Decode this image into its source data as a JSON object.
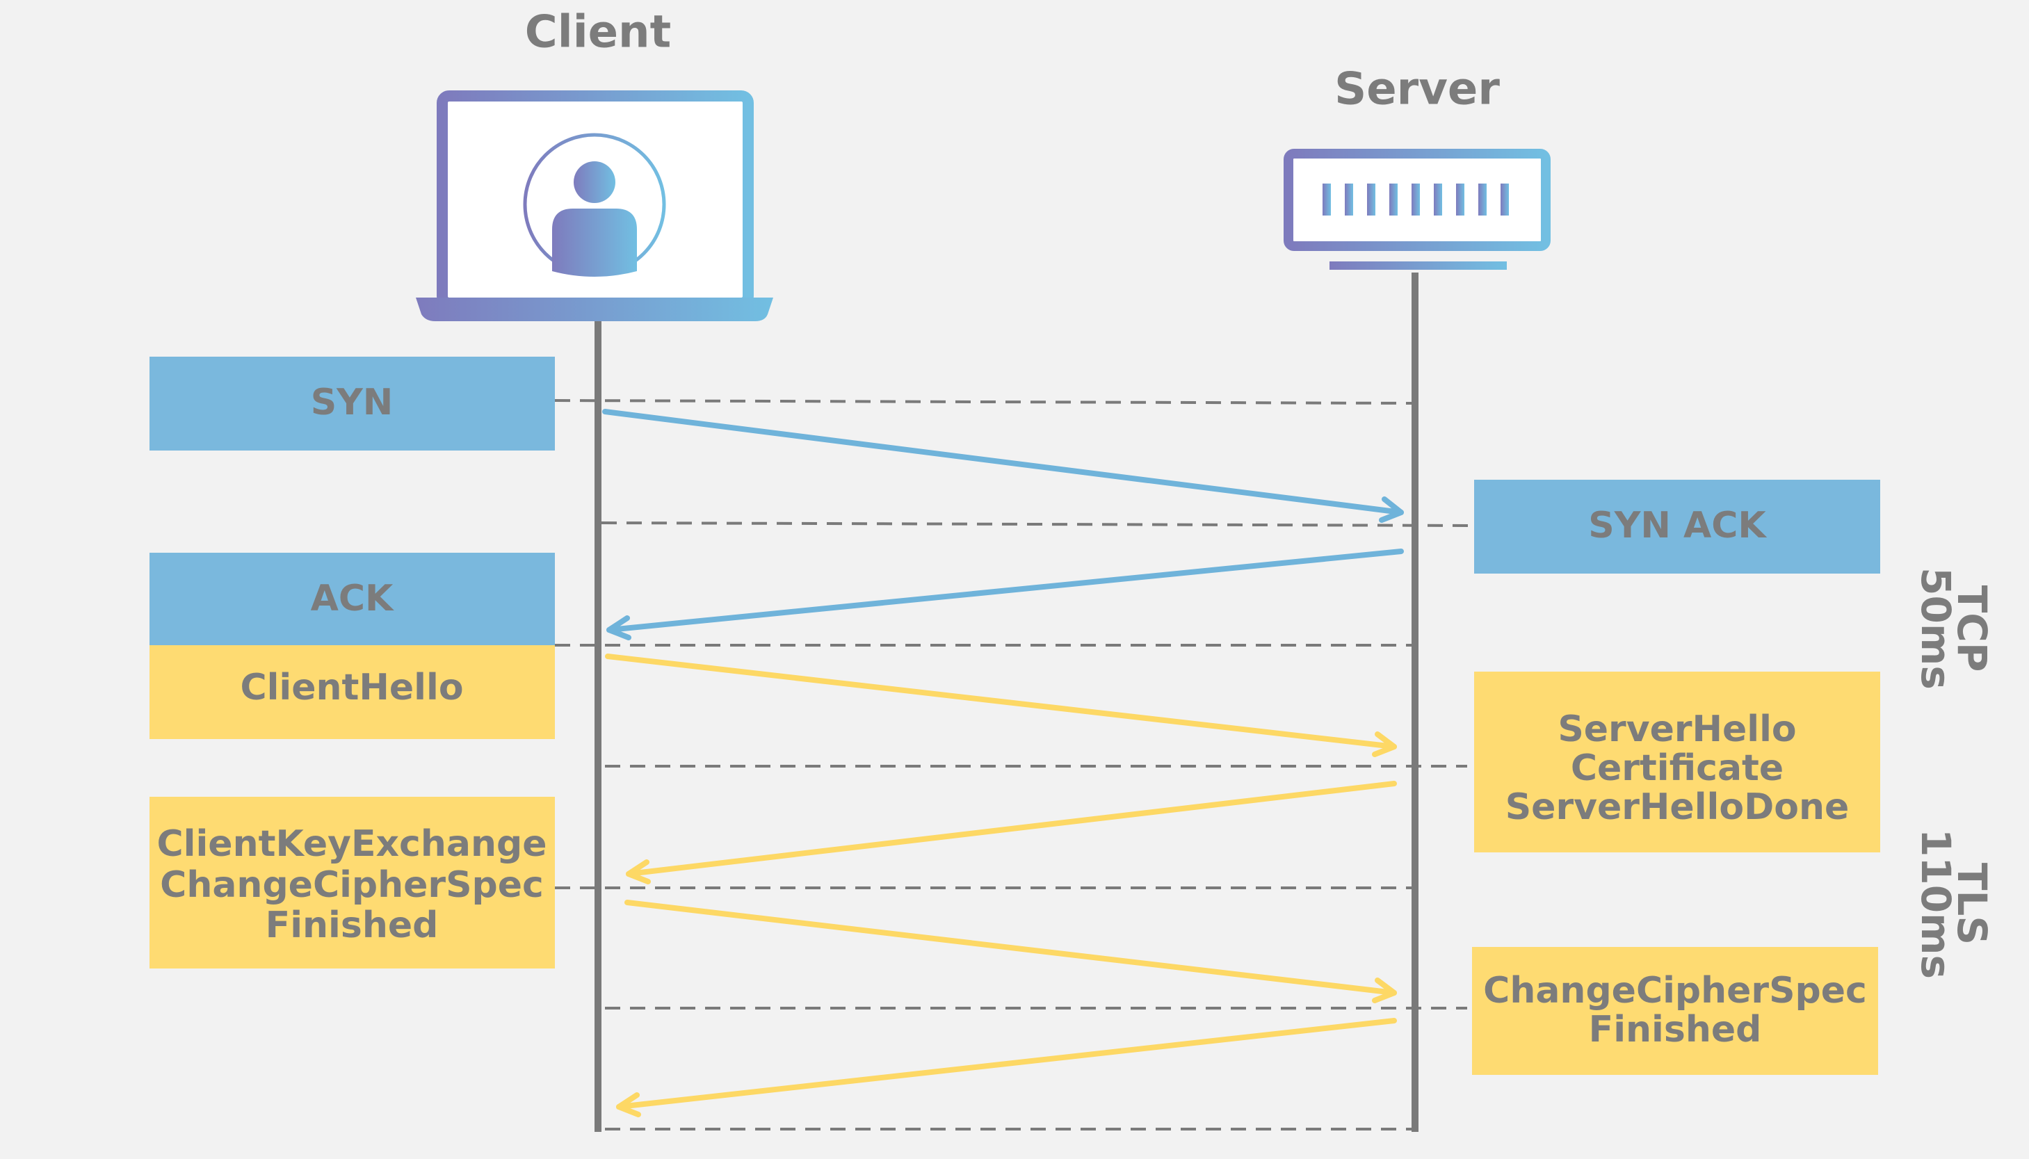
{
  "client": {
    "label": "Client",
    "icon": "user-laptop-icon"
  },
  "server": {
    "label": "Server",
    "icon": "server-rack-icon"
  },
  "colors": {
    "tcp": "#7ab8dd",
    "tls": "#fedb72",
    "text": "#7c7c7c",
    "lifeline": "#7a7a7a",
    "gradient_start": "#7e7bbd",
    "gradient_end": "#72bfe2"
  },
  "messages": {
    "syn": "SYN",
    "syn_ack": "SYN ACK",
    "ack": "ACK",
    "client_hello": "ClientHello",
    "server_hello": [
      "ServerHello",
      "Certificate",
      "ServerHelloDone"
    ],
    "client_key_exchange": [
      "ClientKeyExchange",
      "ChangeCipherSpec",
      "Finished"
    ],
    "server_finished": [
      "ChangeCipherSpec",
      "Finished"
    ]
  },
  "phases": {
    "tcp": {
      "name": "TCP",
      "duration": "50ms"
    },
    "tls": {
      "name": "TLS",
      "duration": "110ms"
    }
  }
}
